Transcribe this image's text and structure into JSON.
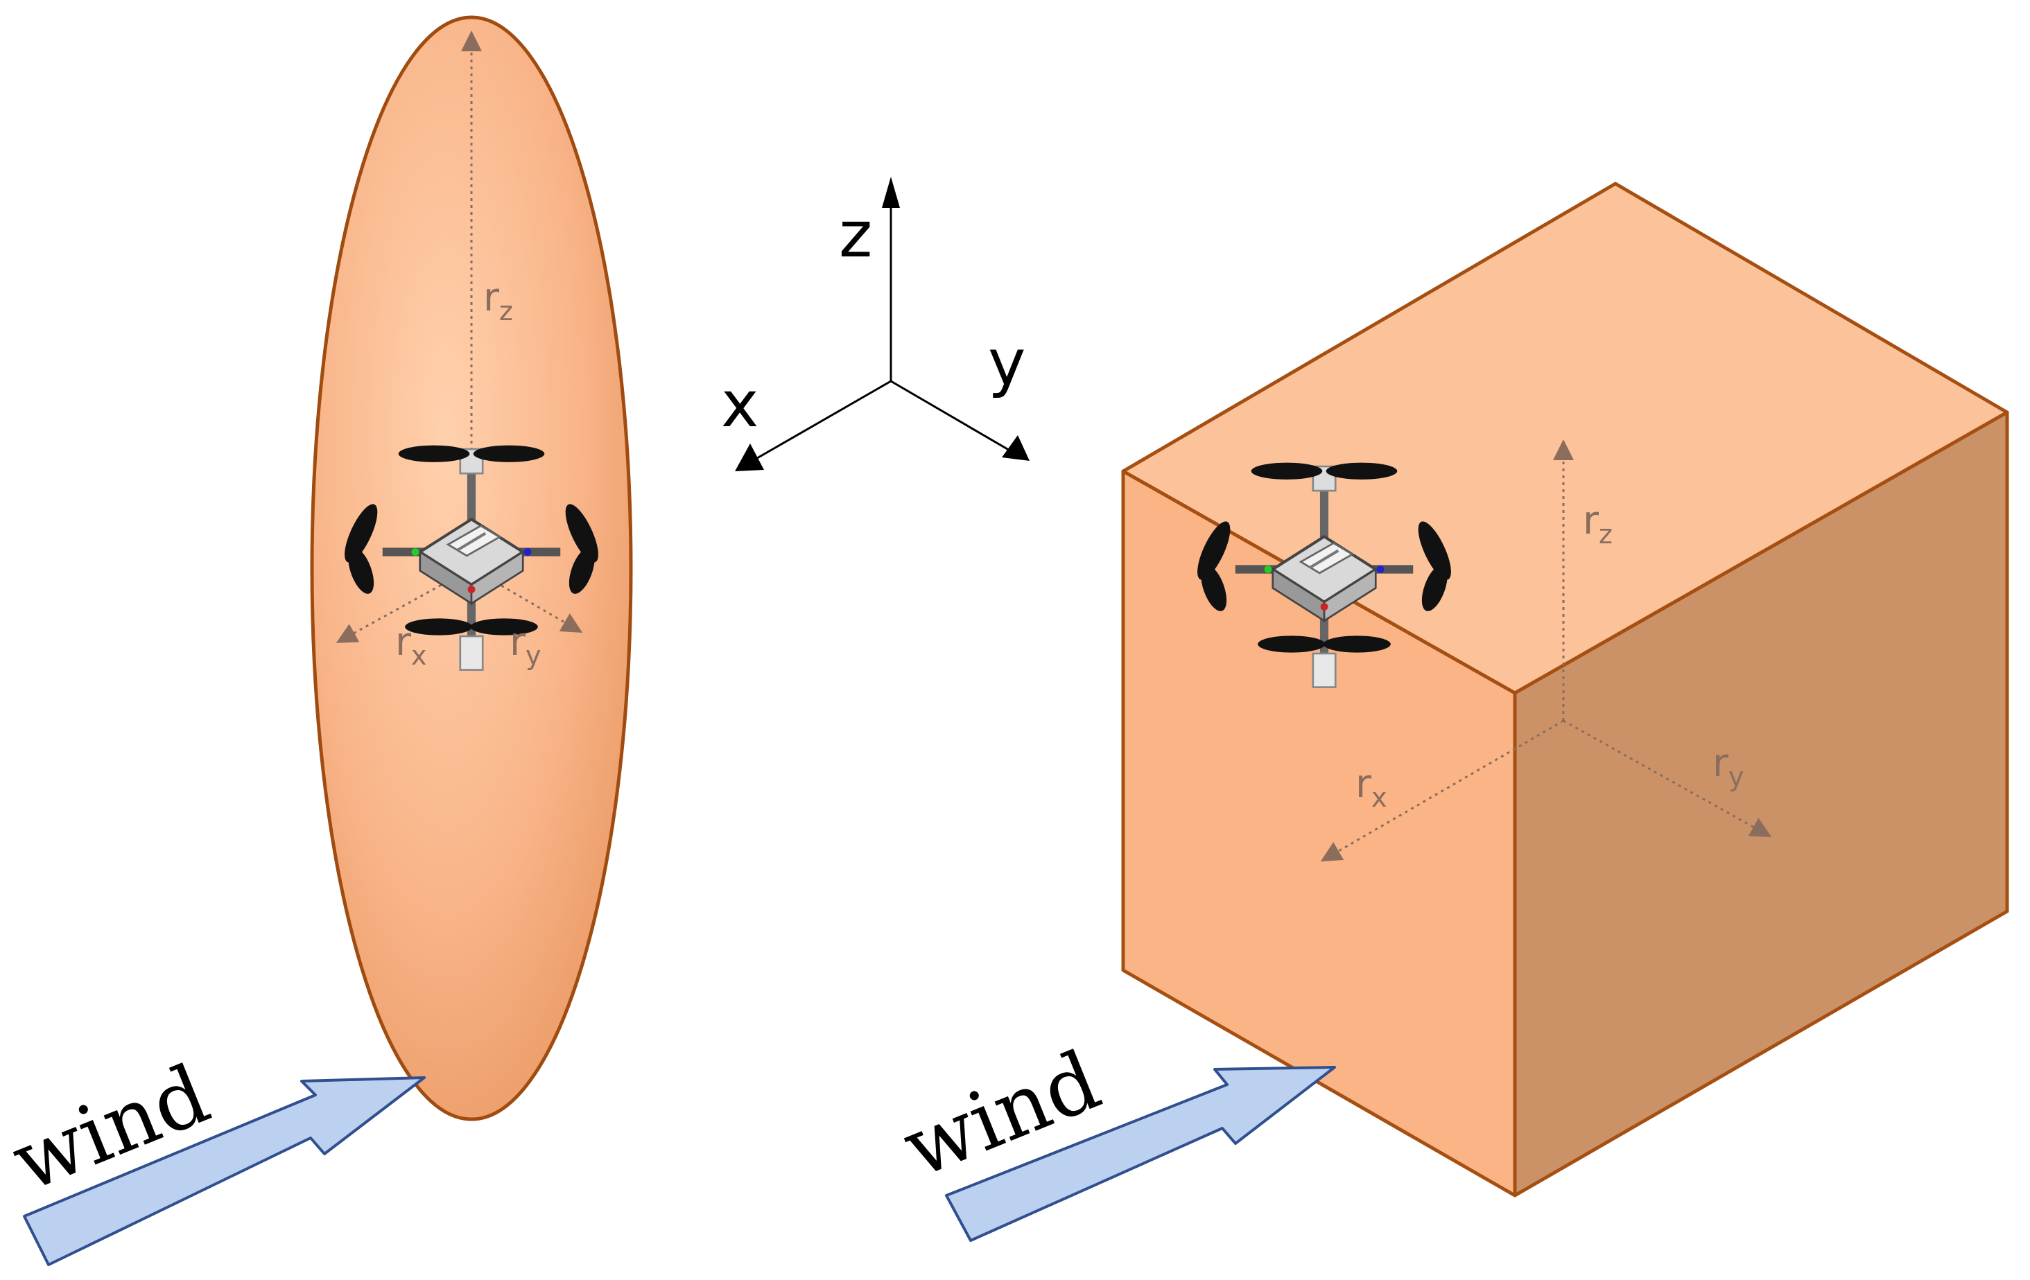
{
  "axes": {
    "x": "x",
    "y": "y",
    "z": "z"
  },
  "radius_labels": {
    "r": "r",
    "x_sub": "x",
    "y_sub": "y",
    "z_sub": "z"
  },
  "wind_label": "wind",
  "colors": {
    "ellipsoid_fill": "#f9b58a",
    "ellipsoid_edge": "#a04c10",
    "cube_front": "#fbb485",
    "cube_top": "#fcc39b",
    "cube_side": "#cc9267",
    "cube_edge": "#a64f12",
    "radius_line": "#8a6d5c",
    "wind_arrow_fill": "#bcd0ef",
    "wind_arrow_edge": "#2f4f8f"
  },
  "icons": [
    "drone-icon",
    "wind-arrow-icon"
  ]
}
